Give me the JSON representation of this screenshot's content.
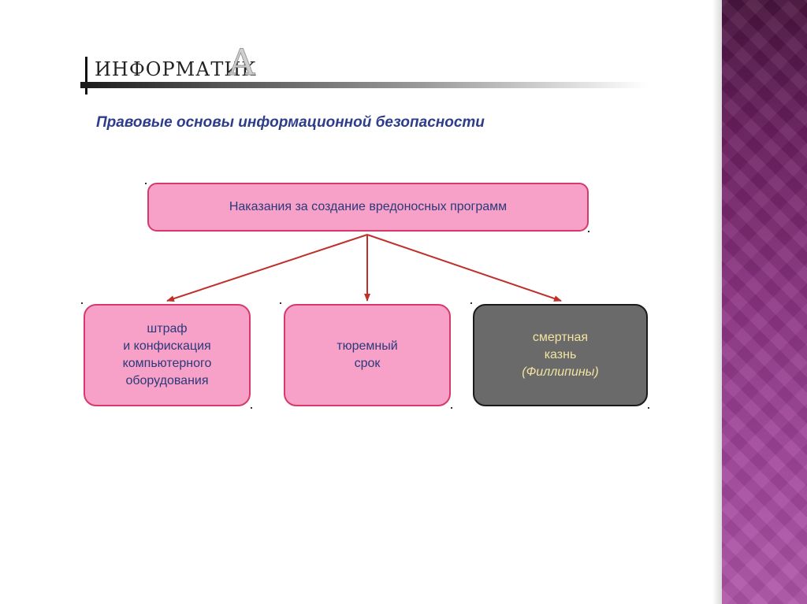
{
  "logo": {
    "text": "ИНФОРМАТИК",
    "big_letter": "A"
  },
  "title": "Правовые основы информационной безопасности",
  "diagram": {
    "top_box": "Наказания за создание вредоносных программ",
    "boxes": [
      {
        "lines": [
          "штраф",
          "и конфискация",
          "компьютерного",
          "оборудования"
        ],
        "style": "pink"
      },
      {
        "lines": [
          "тюремный",
          "срок"
        ],
        "style": "pink"
      },
      {
        "lines": [
          "смертная",
          "казнь"
        ],
        "note": "(Филлипины)",
        "style": "gray"
      }
    ]
  },
  "colors": {
    "box_fill_pink": "#f7a0c8",
    "box_border_pink": "#d63a6a",
    "box_fill_gray": "#6a6a6a",
    "gray_box_text": "#f2e4a0",
    "title_color": "#2d3d8a",
    "arrow_color": "#c0302a",
    "side_panel": "#8a3280"
  }
}
